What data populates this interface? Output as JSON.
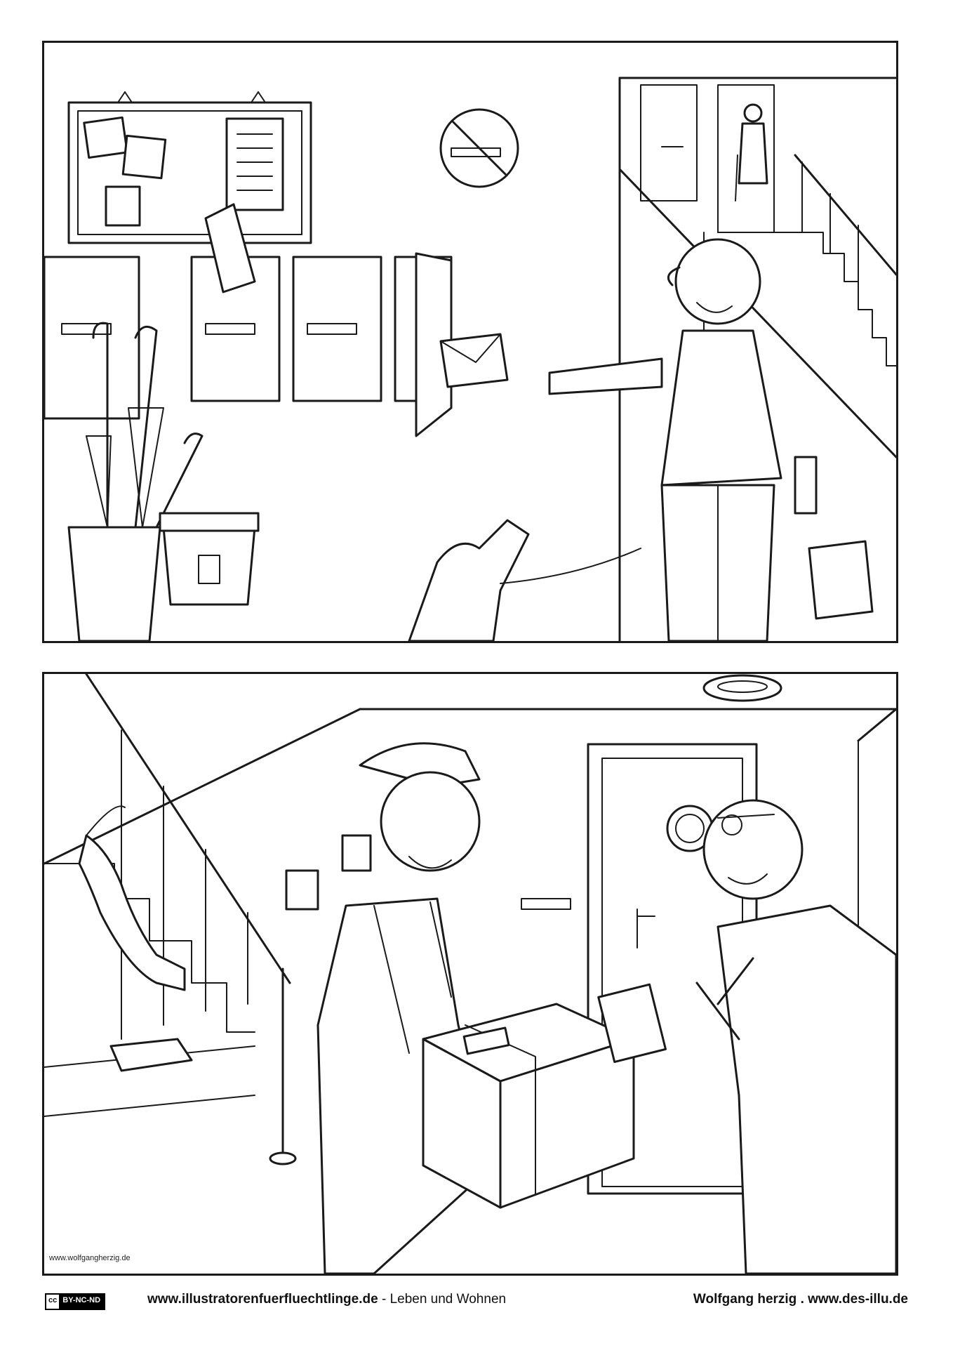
{
  "illustration": {
    "top_panel": {
      "scene": "hallway with mailboxes, stairs, umbrellas, bin, man with dog"
    },
    "bottom_panel": {
      "scene": "stairwell, parcel delivery, cat on stairs"
    },
    "watermark": "www.wolfgangherzig.de"
  },
  "footer": {
    "license_cc": "cc",
    "license_text": "BY-NC-ND",
    "site_url": "www.illustratorenfuerfluechtlinge.de",
    "separator": " - ",
    "category": "Leben und Wohnen",
    "author": "Wolfgang herzig . www.des-illu.de"
  },
  "icons": [
    "no-smoking-icon",
    "recycle-bin-icon"
  ]
}
